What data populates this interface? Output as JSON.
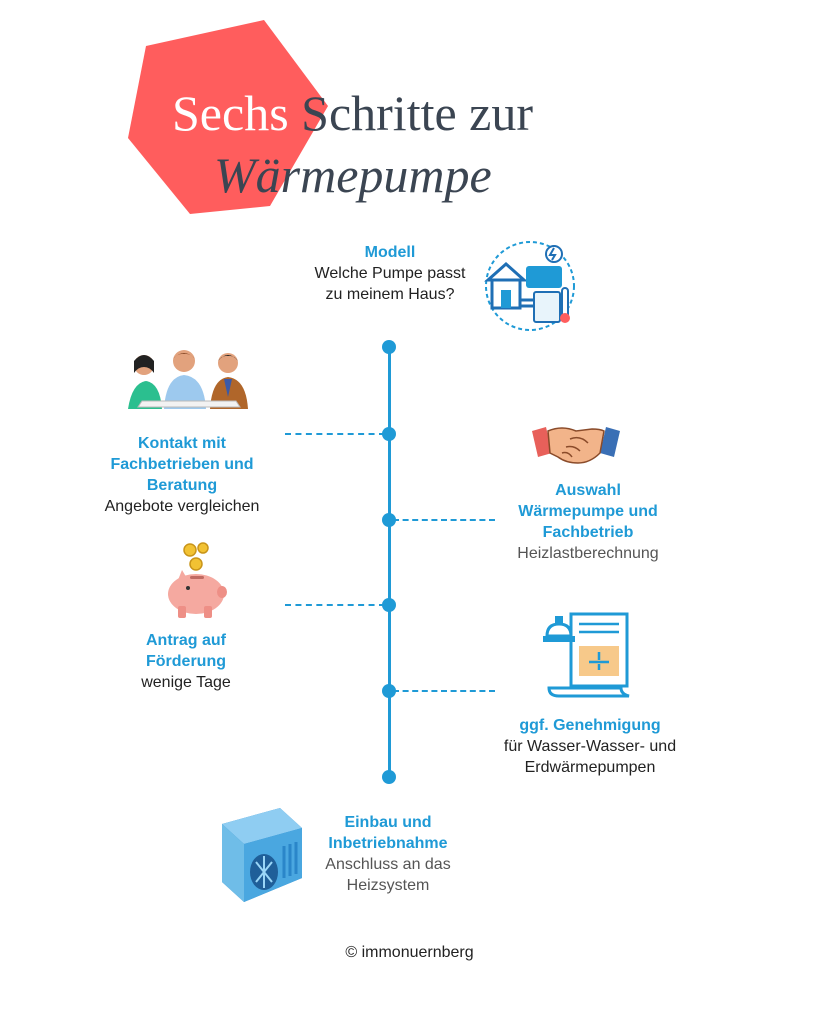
{
  "title": {
    "accent": "Sechs",
    "rest_line1": " Schritte zur",
    "line2": "Wärmepumpe"
  },
  "steps": [
    {
      "title": "Modell",
      "sub": "Welche Pumpe passt zu meinem Haus?",
      "icon": "house-heatpump-icon"
    },
    {
      "title": "Kontakt mit Fachbetrieben und Beratung",
      "sub": "Angebote vergleichen",
      "icon": "people-meeting-icon"
    },
    {
      "title": "Auswahl Wärmepumpe und Fachbetrieb",
      "sub": "Heizlastberechnung",
      "icon": "handshake-icon"
    },
    {
      "title": "Antrag auf Förderung",
      "sub": "wenige Tage",
      "icon": "piggy-bank-icon"
    },
    {
      "title": "ggf. Genehmigung",
      "sub": "für Wasser-Wasser- und Erdwärmepumpen",
      "icon": "permit-document-icon"
    },
    {
      "title": "Einbau und Inbetriebnahme",
      "sub": "Anschluss an das Heizsystem",
      "icon": "outdoor-unit-icon"
    }
  ],
  "footer": "© immonuernberg",
  "colors": {
    "accent": "#ff5d5d",
    "timeline": "#1f9ad6",
    "title": "#3b4552"
  }
}
